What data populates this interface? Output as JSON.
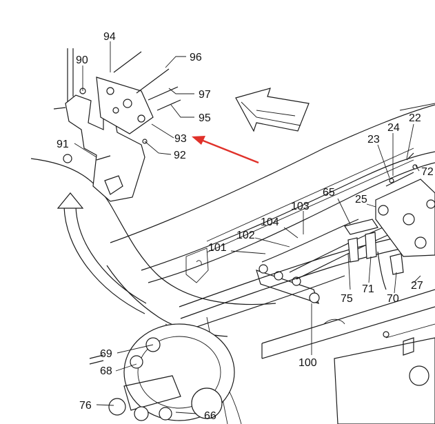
{
  "diagram": {
    "callouts": [
      "94",
      "90",
      "96",
      "97",
      "95",
      "93",
      "92",
      "91",
      "22",
      "24",
      "23",
      "72",
      "25",
      "65",
      "103",
      "104",
      "102",
      "101",
      "75",
      "71",
      "70",
      "27",
      "100",
      "69",
      "68",
      "76",
      "66"
    ],
    "arrow_color": "#e0312a"
  }
}
